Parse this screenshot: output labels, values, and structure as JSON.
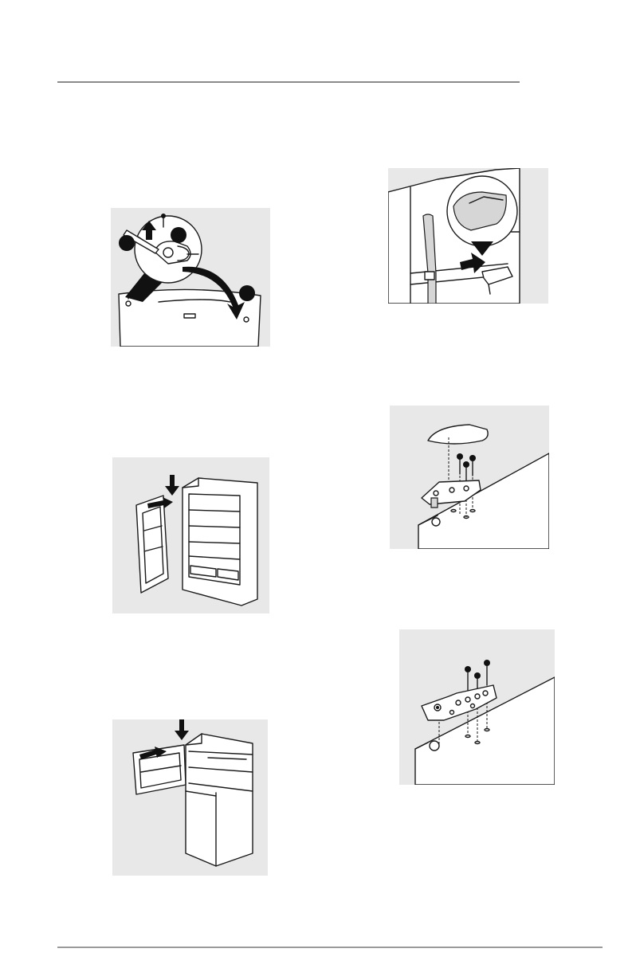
{
  "page": {
    "colors": {
      "rule": "#8a8a8a",
      "panel_background": "#e8e8e8",
      "ink": "#111111"
    }
  },
  "figures": [
    {
      "name": "remove-top-hinge",
      "icons": [
        "screwdriver-icon",
        "screw-icon",
        "arrow-up-icon",
        "curved-arrow-icon",
        "callout-bubble"
      ]
    },
    {
      "name": "move-freezer-door",
      "icons": [
        "arrow-down-icon",
        "arrow-right-icon"
      ]
    },
    {
      "name": "move-fresh-food-door",
      "icons": [
        "arrow-down-icon",
        "arrow-right-icon"
      ]
    },
    {
      "name": "hinge-cover-clip",
      "icons": [
        "magnifier-callout",
        "arrow-down-icon",
        "arrow-right-icon"
      ]
    },
    {
      "name": "top-hinge-with-cover",
      "icons": [
        "screw-icon",
        "hinge-cover"
      ]
    },
    {
      "name": "top-hinge-bracket",
      "icons": [
        "screw-icon",
        "hinge-bracket"
      ]
    }
  ]
}
